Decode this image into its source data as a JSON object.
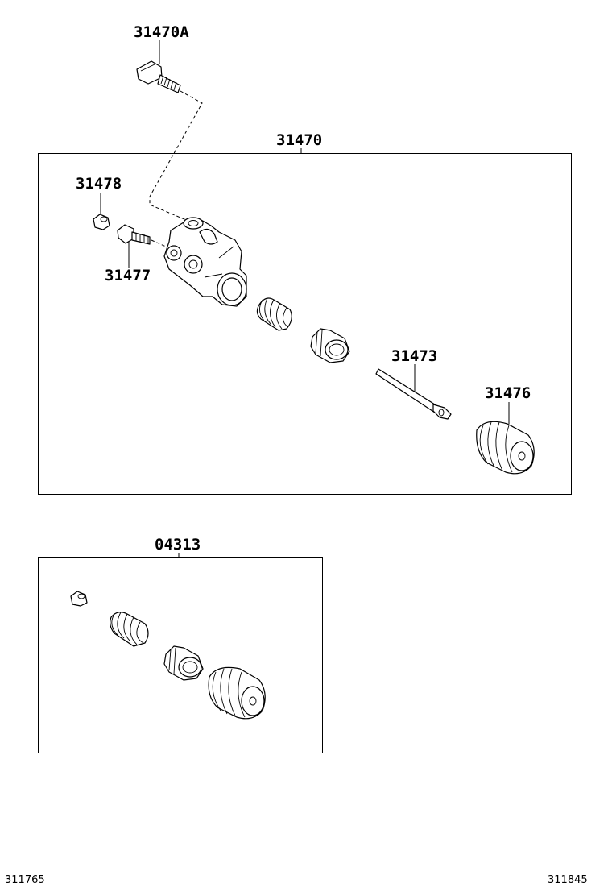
{
  "labels": {
    "bolt": "31470A",
    "cylinder_assy": "31470",
    "bleeder_cap": "31478",
    "bleeder_plug": "31477",
    "push_rod": "31473",
    "boot": "31476",
    "repair_kit": "04313"
  },
  "footer": {
    "left_ref": "311765",
    "right_ref": "311845"
  }
}
